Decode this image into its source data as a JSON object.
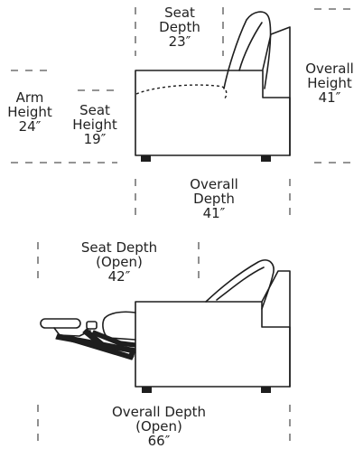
{
  "colors": {
    "line": "#1e1e1e",
    "dash": "#555555",
    "text": "#222222",
    "background": "#ffffff"
  },
  "upright": {
    "seat_depth": {
      "label_line1": "Seat",
      "label_line2": "Depth",
      "value": "23″"
    },
    "overall_height": {
      "label_line1": "Overall",
      "label_line2": "Height",
      "value": "41″"
    },
    "arm_height": {
      "label_line1": "Arm",
      "label_line2": "Height",
      "value": "24″"
    },
    "seat_height": {
      "label_line1": "Seat",
      "label_line2": "Height",
      "value": "19″"
    },
    "overall_depth": {
      "label_line1": "Overall",
      "label_line2": "Depth",
      "value": "41″"
    }
  },
  "reclined": {
    "seat_depth_open": {
      "label_line1": "Seat Depth",
      "label_line2": "(Open)",
      "value": "42″"
    },
    "overall_depth_open": {
      "label_line1": "Overall Depth",
      "label_line2": "(Open)",
      "value": "66″"
    }
  }
}
